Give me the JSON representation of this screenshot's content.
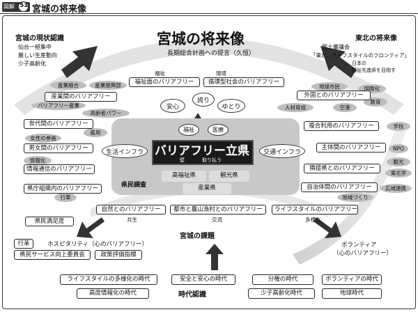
{
  "figure": {
    "badge_prefix": "図解",
    "number": "51",
    "title": "宮城の将来像"
  },
  "main": {
    "title": "宮城の将来像",
    "subtitle": "長期総合計画への提言（久恒）"
  },
  "top_left": {
    "heading": "宮城の現状認識",
    "lines": [
      "仙台一極集中",
      "厳しい生産動向",
      "少子高齢化"
    ]
  },
  "top_right": {
    "heading": "東北の将来像",
    "lines": [
      "国土審議会",
      "「東北：ライフスタイルのフロンティア」"
    ],
    "note_lines": [
      "日本の",
      "福祉先進県を目指す"
    ]
  },
  "core": {
    "title": "バリアフリー立県",
    "sub_left": "壁",
    "sub_right": "取り払う",
    "left": "生活インフラ",
    "right": "交通インフラ",
    "top_left": "福祉",
    "top_right": "医療",
    "bottom_left": "高福祉県",
    "bottom_right": "観光県",
    "bottom": "産業県",
    "survey": "県民調査"
  },
  "values": {
    "left": "安心",
    "middle": "誇り",
    "right": "ゆとり"
  },
  "left_boxes": [
    {
      "text": "産業間のバリアフリー"
    },
    {
      "text": "世代間のバリアフリー"
    },
    {
      "text": "男女間のバリアフリー"
    },
    {
      "text": "情報通信のバリアフリー"
    },
    {
      "text": "県庁組織内のバリアフリー"
    }
  ],
  "left_tags": [
    "産業融合",
    "産業振興部",
    "バリアフリー産業",
    "高齢者パワー",
    "雇用",
    "女性の参画",
    "情報化",
    "行革"
  ],
  "top_boxes": [
    {
      "text": "福祉面のバリアフリー",
      "tag": "福祉"
    },
    {
      "text": "循環型社会のバリアフリー",
      "tag": "環境"
    }
  ],
  "right_boxes": [
    {
      "text": "外国とのバリアフリー"
    },
    {
      "text": "複合利用のバリアフリー"
    },
    {
      "text": "主体間のバリアフリー"
    },
    {
      "text": "隣接県とのバリアフリー"
    },
    {
      "text": "自治体間のバリアフリー"
    }
  ],
  "right_tags": [
    "地球市民",
    "国際化",
    "人材育成",
    "空港",
    "教育",
    "学校",
    "NPO",
    "観光",
    "東北学",
    "広域連携",
    "地域づくり"
  ],
  "bottom_row": [
    {
      "text": "自然とのバリアフリー",
      "tag": "共生"
    },
    {
      "text": "都市と農山漁村とのバリアフリー",
      "tag": "交流"
    },
    {
      "text": "ライフスタイルのバリアフリー",
      "tag": "多様化"
    }
  ],
  "issues": {
    "heading": "宮城の課題"
  },
  "left_bottom": {
    "box1": "県民満足度",
    "box2": "行革",
    "hospitality": "ホスピタリティ（心のバリアフリー）",
    "box3": "県民サービス向上委員会",
    "box4": "政策評価指標"
  },
  "volunteer": {
    "line1": "ボランティア",
    "line2": "（心のバリアフリー）"
  },
  "era": {
    "heading": "時代認識",
    "items": [
      "ライフスタイルの多様化の時代",
      "安全と安心の時代",
      "分権の時代",
      "ボランティアの時代",
      "高度情報化の時代",
      "少子高齢化時代",
      "地球時代"
    ]
  }
}
